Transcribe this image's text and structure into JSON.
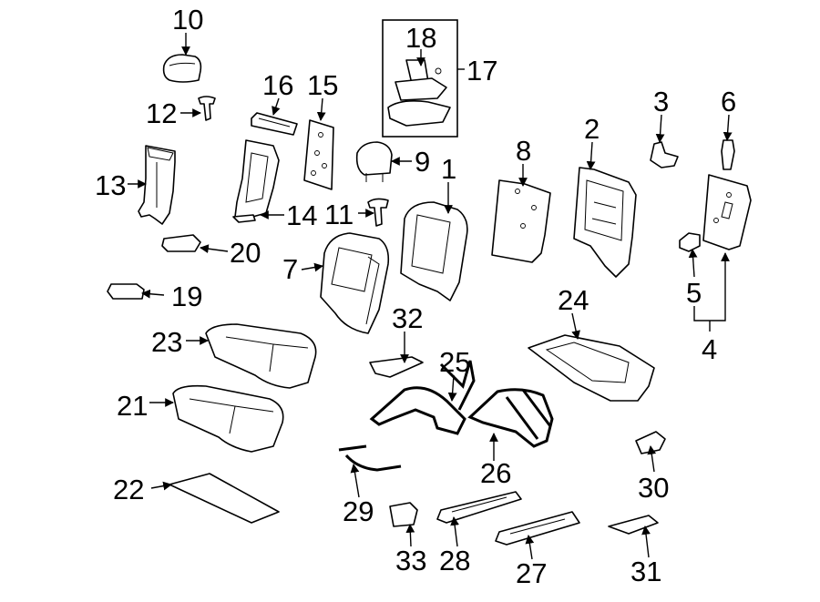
{
  "callouts": {
    "c1": "1",
    "c2": "2",
    "c3": "3",
    "c4": "4",
    "c5": "5",
    "c6": "6",
    "c7": "7",
    "c8": "8",
    "c9": "9",
    "c10": "10",
    "c11": "11",
    "c12": "12",
    "c13": "13",
    "c14": "14",
    "c15": "15",
    "c16": "16",
    "c17": "17",
    "c18": "18",
    "c19": "19",
    "c20": "20",
    "c21": "21",
    "c22": "22",
    "c23": "23",
    "c24": "24",
    "c25": "25",
    "c26": "26",
    "c27": "27",
    "c28": "28",
    "c29": "29",
    "c30": "30",
    "c31": "31",
    "c32": "32",
    "c33": "33"
  },
  "colors": {
    "line": "#000000",
    "background": "#ffffff",
    "fill_shade": "#e9e9e9"
  }
}
